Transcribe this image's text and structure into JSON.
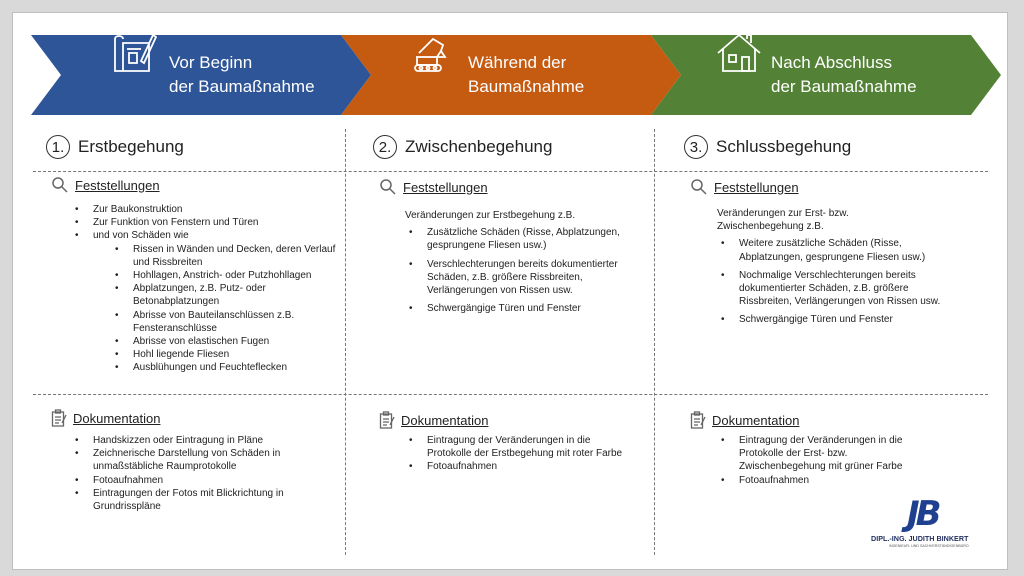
{
  "phases": [
    {
      "line1": "Vor Beginn",
      "line2": "der Baumaßnahme",
      "color": "#2e5597",
      "icon": "blueprint-icon"
    },
    {
      "line1": "Während der",
      "line2": "Baumaßnahme",
      "color": "#c55a11",
      "icon": "excavator-icon"
    },
    {
      "line1": "Nach Abschluss",
      "line2": "der Baumaßnahme",
      "color": "#538135",
      "icon": "house-icon"
    }
  ],
  "columns": [
    {
      "number": "1.",
      "title": "Erstbegehung",
      "findings_title": "Feststellungen",
      "findings": [
        {
          "text": "Zur Baukonstruktion",
          "level": 1
        },
        {
          "text": "Zur Funktion von Fenstern und Türen",
          "level": 1
        },
        {
          "text": "und von Schäden wie",
          "level": 1
        },
        {
          "text": "Rissen in Wänden und Decken, deren Verlauf und Rissbreiten",
          "level": 2
        },
        {
          "text": "Hohllagen, Anstrich- oder Putzhohllagen",
          "level": 2
        },
        {
          "text": "Abplatzungen, z.B. Putz- oder Betonabplatzungen",
          "level": 2
        },
        {
          "text": "Abrisse von Bauteilanschlüssen z.B. Fensteranschlüsse",
          "level": 2
        },
        {
          "text": "Abrisse von elastischen Fugen",
          "level": 2
        },
        {
          "text": "Hohl liegende Fliesen",
          "level": 2
        },
        {
          "text": "Ausblühungen und Feuchteflecken",
          "level": 2
        }
      ],
      "doc_title": "Dokumentation",
      "docs": [
        "Handskizzen oder Eintragung in Pläne",
        "Zeichnerische Darstellung von Schäden in unmaßstäbliche Raumprotokolle",
        "Fotoaufnahmen",
        "Eintragungen der Fotos mit Blickrichtung in Grundrisspläne"
      ]
    },
    {
      "number": "2.",
      "title": "Zwischenbegehung",
      "findings_title": "Feststellungen",
      "findings_lead": "Veränderungen zur Erstbegehung z.B.",
      "findings": [
        {
          "text": "Zusätzliche Schäden (Risse, Abplatzungen, gesprungene Fliesen usw.)",
          "level": 1
        },
        {
          "text": "Verschlechterungen bereits dokumentierter Schäden, z.B. größere Rissbreiten, Verlängerungen von Rissen usw.",
          "level": 1
        },
        {
          "text": "Schwergängige Türen und Fenster",
          "level": 1
        }
      ],
      "doc_title": "Dokumentation",
      "docs": [
        "Eintragung der Veränderungen in die Protokolle der Erstbegehung mit roter Farbe",
        "Fotoaufnahmen"
      ]
    },
    {
      "number": "3.",
      "title": "Schlussbegehung",
      "findings_title": "Feststellungen",
      "findings_lead": "Veränderungen zur Erst- bzw. Zwischenbegehung z.B.",
      "findings": [
        {
          "text": "Weitere zusätzliche Schäden (Risse, Abplatzungen, gesprungene Fliesen usw.)",
          "level": 1
        },
        {
          "text": "Nochmalige Verschlechterungen bereits dokumentierter Schäden, z.B. größere Rissbreiten, Verlängerungen von Rissen usw.",
          "level": 1
        },
        {
          "text": "Schwergängige Türen und Fenster",
          "level": 1
        }
      ],
      "doc_title": "Dokumentation",
      "docs": [
        "Eintragung der Veränderungen in die Protokolle der Erst- bzw. Zwischenbegehung mit grüner Farbe",
        "Fotoaufnahmen"
      ]
    }
  ],
  "logo": {
    "mark": "JB",
    "name": "DIPL.-ING. JUDITH BINKERT",
    "subtitle": "INGENIEUR- UND SACHVERSTÄNDIGENBÜRO",
    "color": "#1f3f8f"
  }
}
